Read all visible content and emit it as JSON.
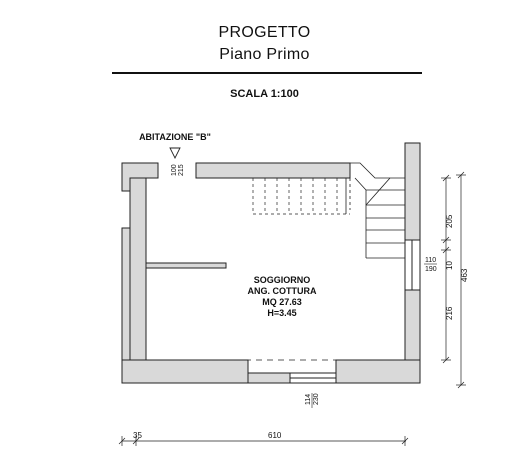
{
  "header": {
    "title": "PROGETTO",
    "subtitle": "Piano Primo",
    "scale": "SCALA 1:100"
  },
  "plan": {
    "unit_label": "ABITAZIONE \"B\"",
    "room": {
      "name": "SOGGIORNO",
      "function": "ANG. COTTURA",
      "area": "MQ 27.63",
      "height": "H=3.45"
    },
    "openings": {
      "entry_width": "100",
      "entry_height": "215",
      "right_window_width": "110",
      "right_window_height": "190",
      "bottom_window_width": "114",
      "bottom_window_height": "230"
    },
    "dimensions": {
      "right_top": "205",
      "right_mid": "10",
      "right_bottom": "216",
      "right_total": "463",
      "bottom_left": "35",
      "bottom_main": "610"
    },
    "colors": {
      "wall": "#d9d9d9",
      "line": "#222222"
    }
  }
}
